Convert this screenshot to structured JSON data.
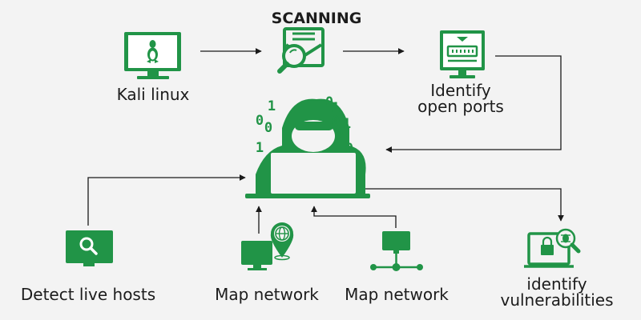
{
  "diagram": {
    "title": "SCANNING",
    "colors": {
      "icon": "#219447",
      "arrow": "#1a1a1a",
      "background": "#f3f3f3",
      "text": "#1c1c1c"
    },
    "nodes": {
      "kali": {
        "label": "Kali linux",
        "icon": "linux-monitor-icon"
      },
      "scan": {
        "icon": "email-magnifier-icon"
      },
      "ports": {
        "label_line1": "Identify",
        "label_line2": "open ports",
        "icon": "port-monitor-icon"
      },
      "hacker": {
        "icon": "hacker-icon",
        "bits": [
          "1",
          "0",
          "0",
          "0",
          "1",
          "1",
          "0",
          "1",
          "0",
          "0"
        ]
      },
      "live_hosts": {
        "label": "Detect live hosts",
        "icon": "monitor-search-icon"
      },
      "map1": {
        "label": "Map network",
        "icon": "monitor-globe-pin-icon"
      },
      "map2": {
        "label": "Map network",
        "icon": "network-monitor-icon"
      },
      "vulns": {
        "label_line1": "identify",
        "label_line2": "vulnerabilities",
        "icon": "bug-monitor-icon"
      }
    }
  }
}
